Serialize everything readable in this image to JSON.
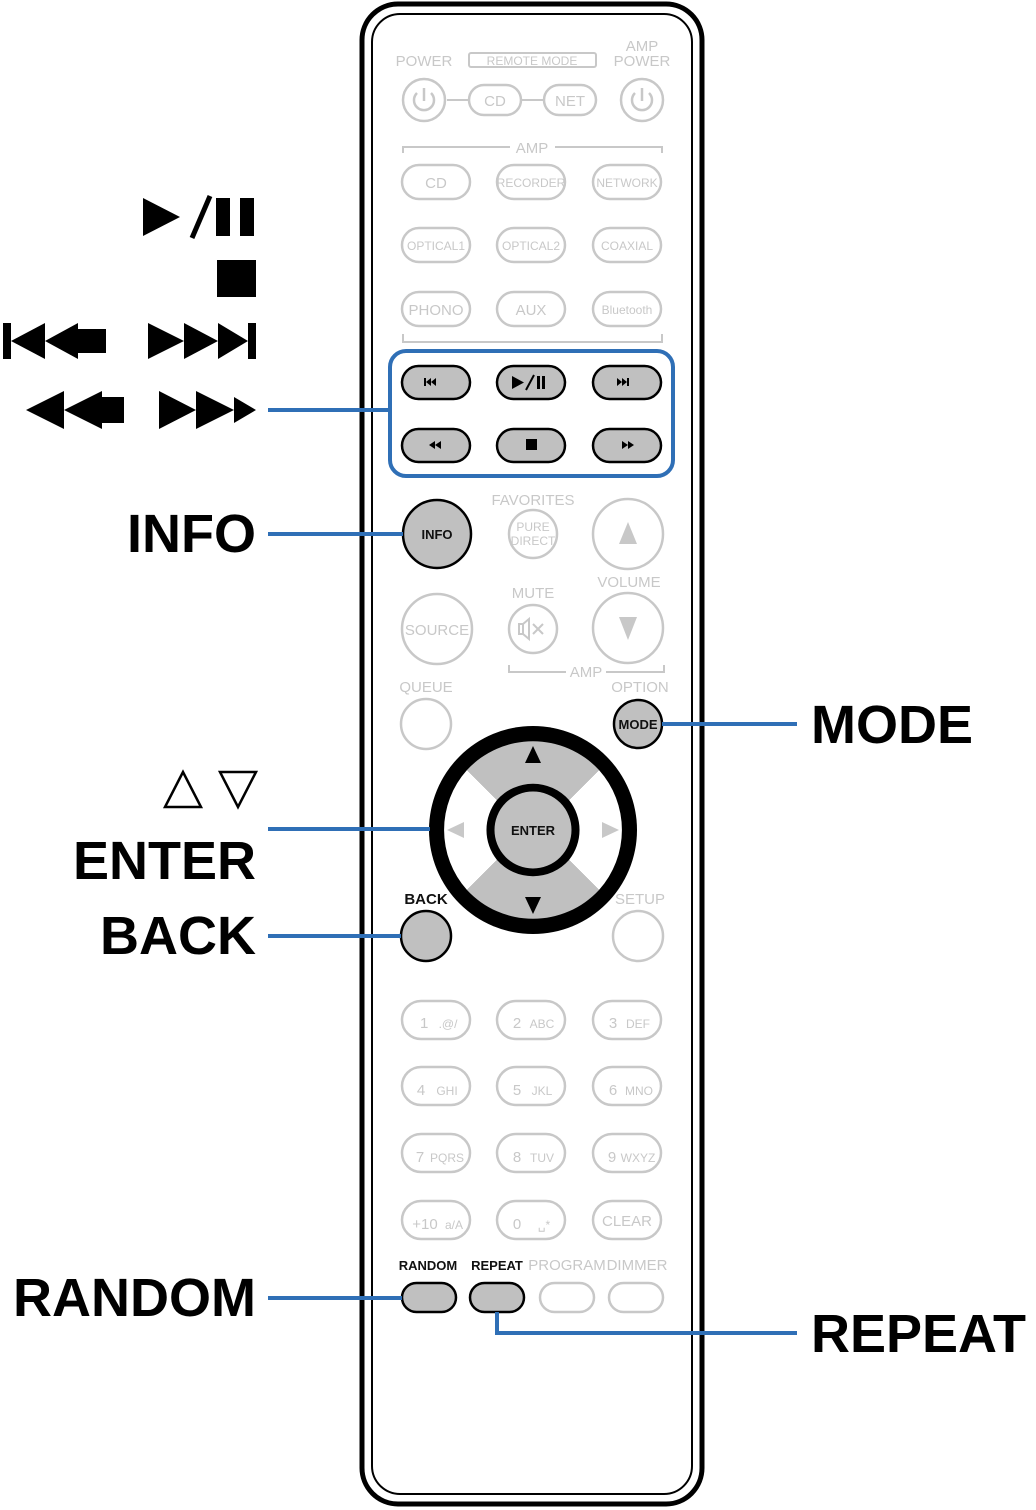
{
  "colors": {
    "leader": "#2f6fb6",
    "active_button": "#c0c0c0",
    "inactive_outline": "#c8c8c8"
  },
  "remote": {
    "top_row": {
      "power": "POWER",
      "remote_mode": "REMOTE MODE",
      "amp_power_1": "AMP",
      "amp_power_2": "POWER",
      "cd": "CD",
      "net": "NET"
    },
    "amp_label": "AMP",
    "sources": [
      "CD",
      "RECORDER",
      "NETWORK",
      "OPTICAL1",
      "OPTICAL2",
      "COAXIAL",
      "PHONO",
      "AUX",
      "Bluetooth"
    ],
    "favorites": "FAVORITES",
    "pure_direct_1": "PURE",
    "pure_direct_2": "DIRECT",
    "info": "INFO",
    "volume": "VOLUME",
    "mute": "MUTE",
    "source": "SOURCE",
    "amp_label_2": "AMP",
    "queue": "QUEUE",
    "option": "OPTION",
    "mode": "MODE",
    "enter": "ENTER",
    "back": "BACK",
    "setup": "SETUP",
    "numpad": [
      {
        "num": "1",
        "sub": ".@/"
      },
      {
        "num": "2",
        "sub": "ABC"
      },
      {
        "num": "3",
        "sub": "DEF"
      },
      {
        "num": "4",
        "sub": "GHI"
      },
      {
        "num": "5",
        "sub": "JKL"
      },
      {
        "num": "6",
        "sub": "MNO"
      },
      {
        "num": "7",
        "sub": "PQRS"
      },
      {
        "num": "8",
        "sub": "TUV"
      },
      {
        "num": "9",
        "sub": "WXYZ"
      },
      {
        "num": "+10",
        "sub": "a/A"
      },
      {
        "num": "0",
        "sub": "␣*"
      },
      {
        "num": "CLEAR",
        "sub": ""
      }
    ],
    "bottom_labels": [
      "RANDOM",
      "REPEAT",
      "PROGRAM",
      "DIMMER"
    ]
  },
  "callouts": {
    "play_pause": "▶/II",
    "stop": "■",
    "skip": "I◀◀  ▶▶I",
    "search": "◀◀  ▶▶",
    "info": "INFO",
    "cursor": "△▽",
    "enter": "ENTER",
    "back": "BACK",
    "random": "RANDOM",
    "mode": "MODE",
    "repeat": "REPEAT"
  }
}
